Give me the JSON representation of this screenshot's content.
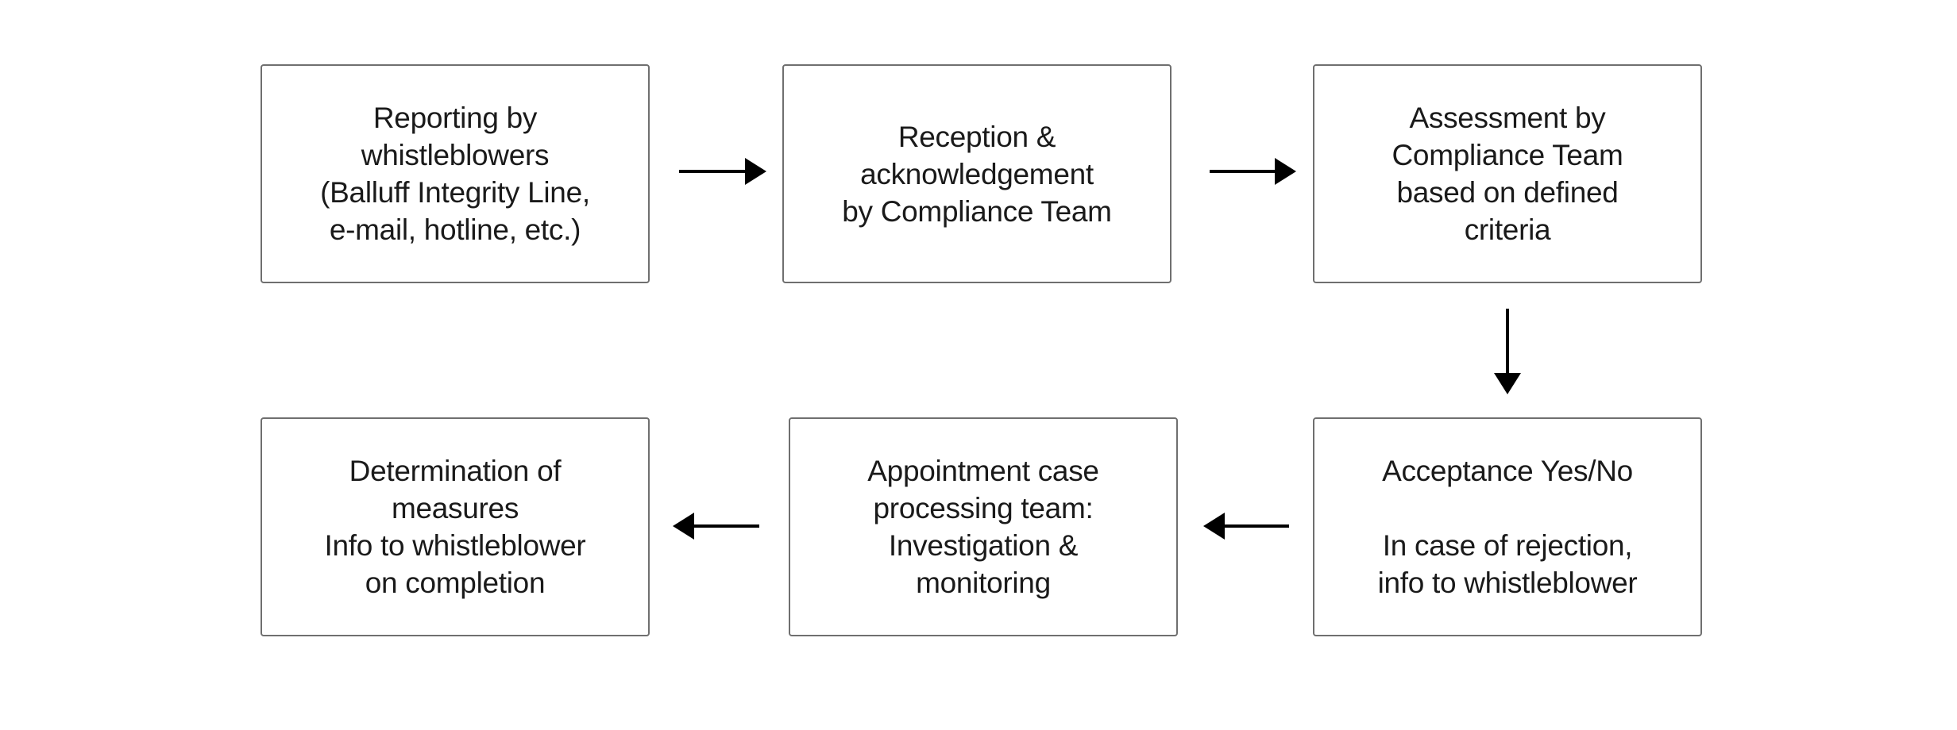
{
  "diagram": {
    "steps": [
      {
        "id": "reporting",
        "lines": [
          "Reporting by",
          "whistleblowers",
          "(Balluff Integrity Line,",
          "e-mail, hotline, etc.)"
        ]
      },
      {
        "id": "reception",
        "lines": [
          "Reception &",
          "acknowledgement",
          "by Compliance Team"
        ]
      },
      {
        "id": "assessment",
        "lines": [
          "Assessment by",
          "Compliance Team",
          "based on defined",
          "criteria"
        ]
      },
      {
        "id": "acceptance",
        "lines": [
          "Acceptance Yes/No",
          "",
          "In case of rejection,",
          "info to whistleblower"
        ]
      },
      {
        "id": "appointment",
        "lines": [
          "Appointment case",
          "processing team:",
          "Investigation &",
          "monitoring"
        ]
      },
      {
        "id": "determination",
        "lines": [
          "Determination of",
          "measures",
          "Info to whistleblower",
          "on completion"
        ]
      }
    ],
    "connections": [
      {
        "from": "reporting",
        "to": "reception",
        "direction": "right"
      },
      {
        "from": "reception",
        "to": "assessment",
        "direction": "right"
      },
      {
        "from": "assessment",
        "to": "acceptance",
        "direction": "down"
      },
      {
        "from": "acceptance",
        "to": "appointment",
        "direction": "left"
      },
      {
        "from": "appointment",
        "to": "determination",
        "direction": "left"
      }
    ],
    "colors": {
      "box_border": "#6f6f6f",
      "arrow": "#000000",
      "text": "#1a1a1a",
      "background": "#ffffff"
    }
  }
}
